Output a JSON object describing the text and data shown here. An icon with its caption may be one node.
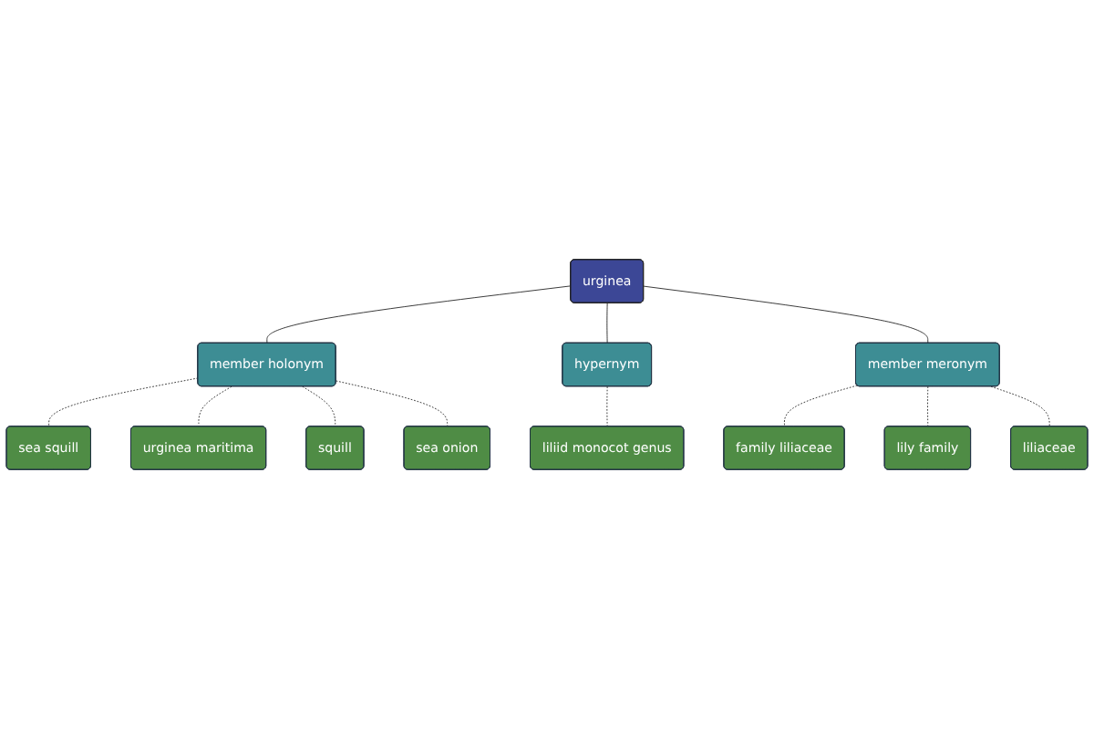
{
  "diagram": {
    "nodes": [
      {
        "text": [
          "sea squill"
        ]
      },
      {
        "text": [
          "urginea maritima"
        ]
      },
      {
        "text": [
          "member holonym"
        ]
      },
      {
        "text": [
          "squill"
        ]
      },
      {
        "text": [
          "sea onion"
        ]
      },
      {
        "text": [
          "urginea"
        ]
      },
      {
        "text": [
          "hypernym"
        ]
      },
      {
        "text": [
          "liliid monocot genus"
        ]
      },
      {
        "text": [
          "member meronym"
        ]
      },
      {
        "text": [
          "liliaceae"
        ]
      },
      {
        "text": [
          "family liliaceae"
        ]
      },
      {
        "text": [
          "lily family"
        ]
      }
    ],
    "edges": [
      {
        "from": 2,
        "to": 0,
        "arrow": "none",
        "style": "dashed"
      },
      {
        "from": 2,
        "to": 1,
        "arrow": "none",
        "style": "dashed"
      },
      {
        "from": 2,
        "to": 3,
        "arrow": "none",
        "style": "dashed"
      },
      {
        "from": 2,
        "to": 4,
        "arrow": "none",
        "style": "dashed"
      },
      {
        "from": 5,
        "to": 2,
        "arrow": "none"
      },
      {
        "from": 5,
        "to": 6,
        "arrow": "none"
      },
      {
        "from": 6,
        "to": 7,
        "arrow": "none",
        "style": "dashed"
      },
      {
        "from": 5,
        "to": 8,
        "arrow": "none"
      },
      {
        "from": 8,
        "to": 10,
        "arrow": "none",
        "style": "dashed"
      },
      {
        "from": 8,
        "to": 11,
        "arrow": "none",
        "style": "dashed"
      },
      {
        "from": 8,
        "to": 9,
        "arrow": "none",
        "style": "dashed"
      }
    ]
  }
}
